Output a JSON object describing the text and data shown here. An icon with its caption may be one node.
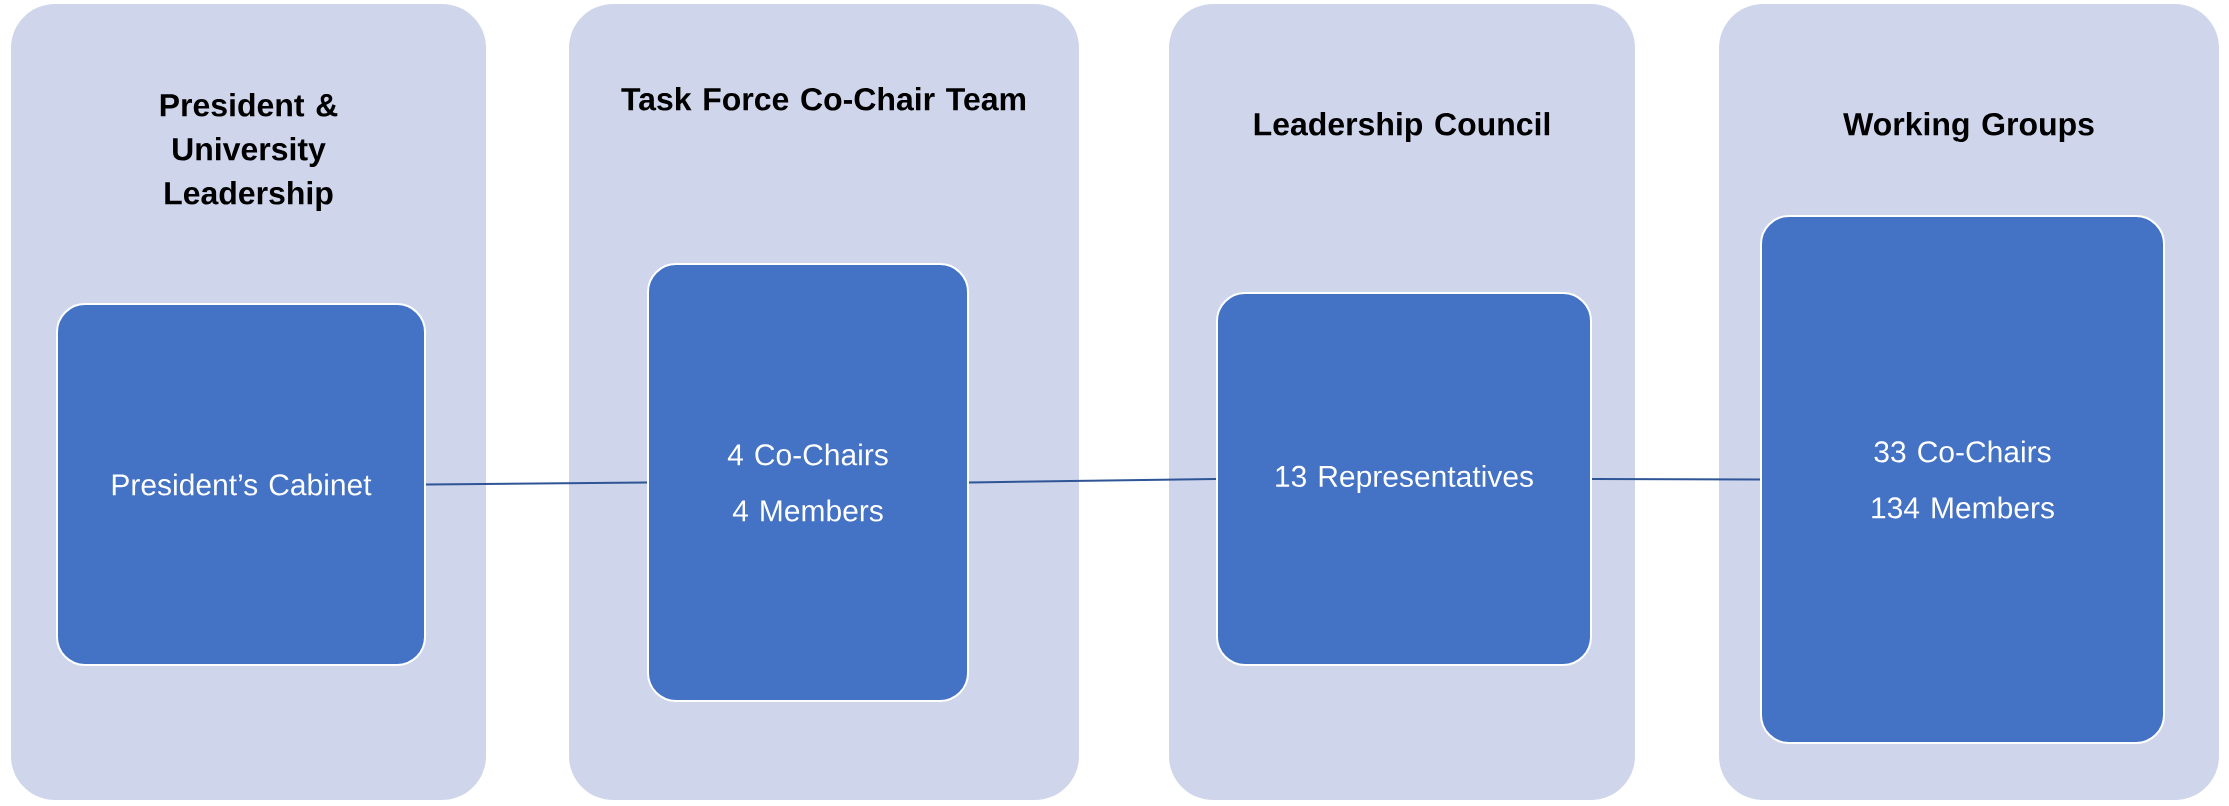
{
  "diagram": {
    "nodes": [
      {
        "text": [
          "President & University Leadership"
        ]
      },
      {
        "text": [
          "President’s Cabinet"
        ],
        "in": 0
      },
      {
        "text": [
          "Task Force Co-Chair Team"
        ]
      },
      {
        "text": [
          "4 Co-Chairs",
          "4 Members"
        ],
        "in": 2
      },
      {
        "text": [
          "Leadership Council"
        ]
      },
      {
        "text": [
          "13 Representatives"
        ],
        "in": 4
      },
      {
        "text": [
          "Working Groups"
        ]
      },
      {
        "text": [
          "33 Co-Chairs",
          "134 Members"
        ],
        "in": 6
      }
    ],
    "edges": [
      {
        "from": 1,
        "to": 3,
        "arrow": "none"
      },
      {
        "from": 3,
        "to": 5,
        "arrow": "none"
      },
      {
        "from": 5,
        "to": 7,
        "arrow": "none"
      }
    ]
  }
}
